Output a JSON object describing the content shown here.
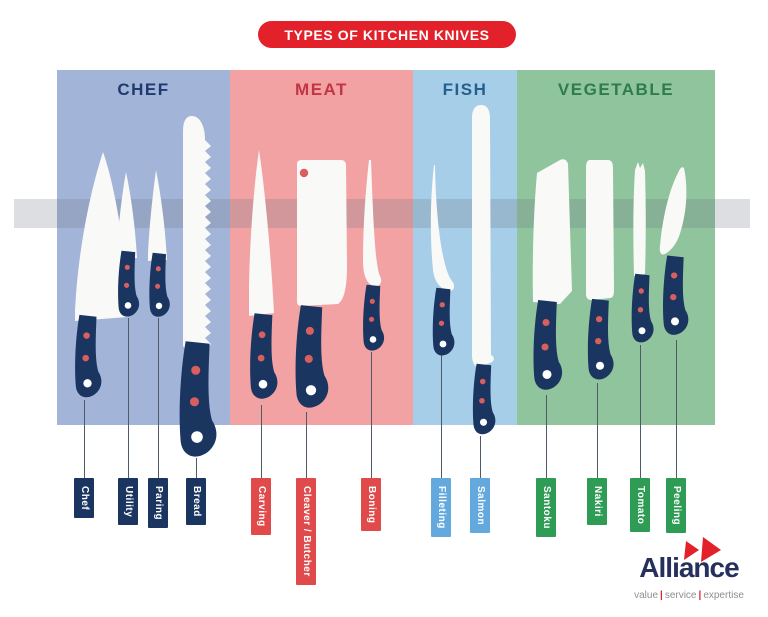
{
  "title": "TYPES OF KITCHEN KNIVES",
  "banner_color": "#e3212b",
  "knife_style": {
    "blade_color": "#f9f9f7",
    "handle_color": "#1a3560",
    "rivet_color": "#d95f5f",
    "butt_dot_color": "#ffffff"
  },
  "categories": [
    {
      "name": "CHEF",
      "color": "#a2b4d8",
      "text_color": "#1e3a6e",
      "tag_color": "#1a3560",
      "knives": [
        {
          "label": "Chef",
          "type": "chef"
        },
        {
          "label": "Utility",
          "type": "utility"
        },
        {
          "label": "Paring",
          "type": "paring"
        },
        {
          "label": "Bread",
          "type": "bread"
        }
      ]
    },
    {
      "name": "MEAT",
      "color": "#f2a2a2",
      "text_color": "#c13545",
      "tag_color": "#e04a4a",
      "knives": [
        {
          "label": "Carving",
          "type": "carving"
        },
        {
          "label": "Cleaver / Butcher",
          "type": "cleaver-butcher"
        },
        {
          "label": "Boning",
          "type": "boning"
        }
      ]
    },
    {
      "name": "FISH",
      "color": "#a6cee9",
      "text_color": "#265f8d",
      "tag_color": "#64a9dd",
      "knives": [
        {
          "label": "Filleting",
          "type": "filleting"
        },
        {
          "label": "Salmon",
          "type": "salmon"
        }
      ]
    },
    {
      "name": "VEGETABLE",
      "color": "#8fc49d",
      "text_color": "#2e7d49",
      "tag_color": "#2f9c56",
      "knives": [
        {
          "label": "Santoku",
          "type": "santoku"
        },
        {
          "label": "Nakiri",
          "type": "nakiri"
        },
        {
          "label": "Tomato",
          "type": "tomato"
        },
        {
          "label": "Peeling",
          "type": "peeling"
        }
      ]
    }
  ],
  "logo": {
    "name": "Alliance",
    "tagline": [
      "value",
      "service",
      "expertise"
    ],
    "separator": "|",
    "text_color": "#26305c",
    "arrow_color": "#e3212b"
  }
}
